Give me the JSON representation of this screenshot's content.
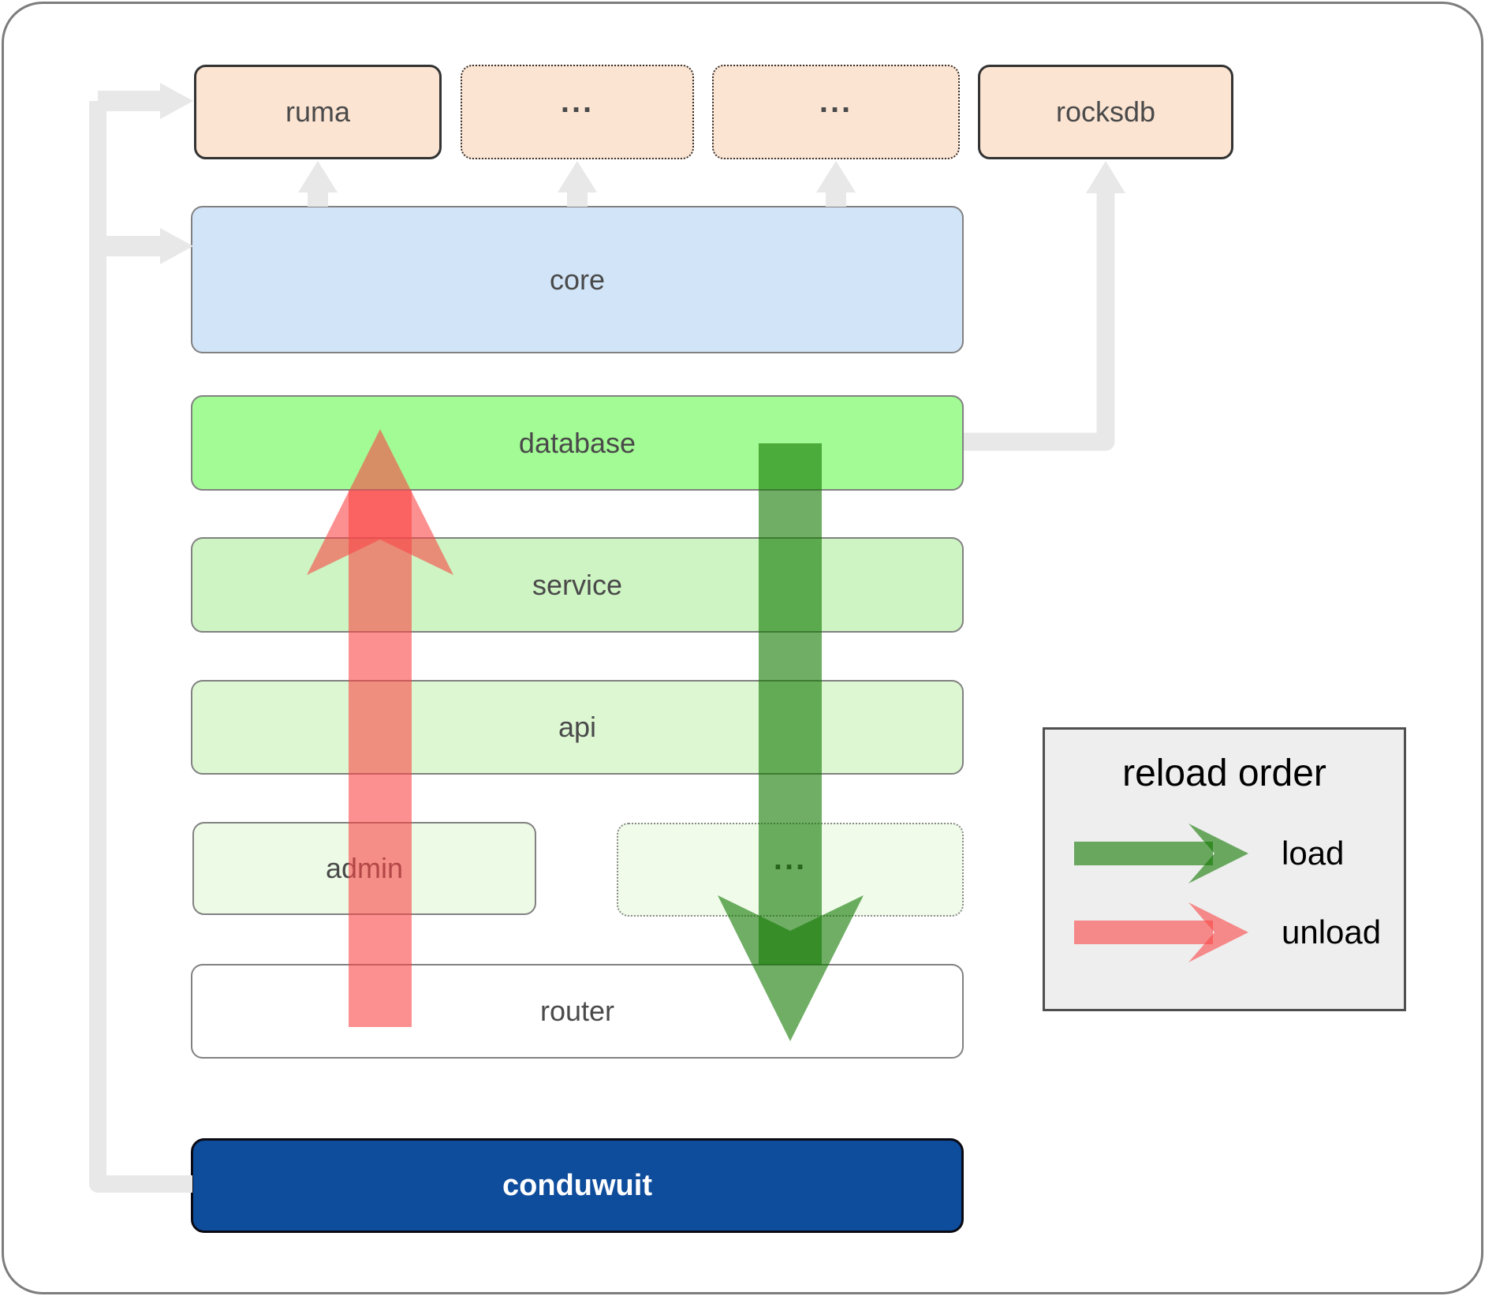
{
  "nodes": {
    "ruma": {
      "label": "ruma"
    },
    "dots1": {
      "label": "..."
    },
    "dots2": {
      "label": "..."
    },
    "rocksdb": {
      "label": "rocksdb"
    },
    "core": {
      "label": "core"
    },
    "database": {
      "label": "database"
    },
    "service": {
      "label": "service"
    },
    "api": {
      "label": "api"
    },
    "admin": {
      "label": "admin"
    },
    "dots3": {
      "label": "..."
    },
    "router": {
      "label": "router"
    },
    "conduwuit": {
      "label": "conduwuit"
    }
  },
  "legend": {
    "title": "reload order",
    "load_label": "load",
    "unload_label": "unload"
  },
  "colors": {
    "peach_fill": "#fce4d2",
    "core_fill": "#d2e4f8",
    "database_fill": "#a3fb95",
    "service_fill": "#cdf4c2",
    "api_fill": "#def7d3",
    "admin_fill": "#edfae6",
    "dots3_fill": "#f0fbea",
    "router_fill": "#ffffff",
    "conduwuit_fill": "#0e4c9c",
    "legend_fill": "#eeeeee",
    "connector": "#e8e8e8",
    "load_arrow": "rgba(17,120,0,0.6)",
    "unload_arrow": "rgba(250,70,70,0.6)"
  }
}
